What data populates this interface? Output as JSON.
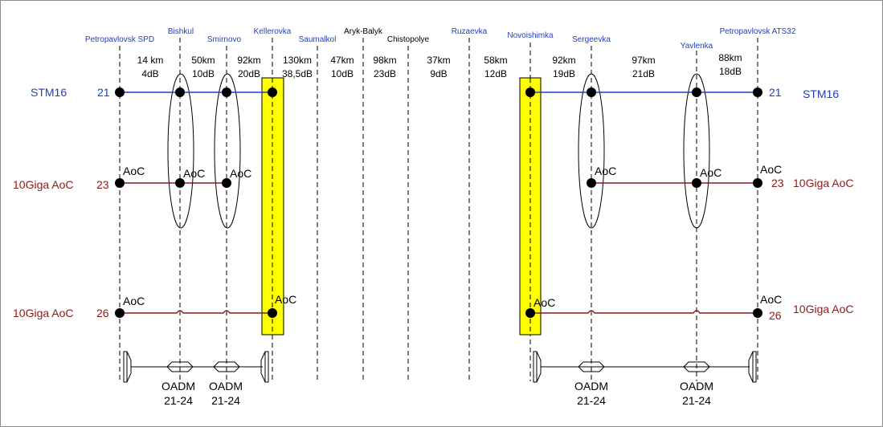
{
  "nodes": [
    {
      "id": "petropavlovsk-spd",
      "label": "Petropavlovsk SPD",
      "color": "#1f3fbf"
    },
    {
      "id": "bishkul",
      "label": "Bishkul",
      "color": "#1f3fbf"
    },
    {
      "id": "smirnovo",
      "label": "Smirnovo",
      "color": "#1f3fbf"
    },
    {
      "id": "kellerovka",
      "label": "Kellerovka",
      "color": "#1f3fbf"
    },
    {
      "id": "saumalkol",
      "label": "Saumalkol",
      "color": "#1f3fbf"
    },
    {
      "id": "aryk-balyk",
      "label": "Aryk-Balyk",
      "color": "#000000"
    },
    {
      "id": "chistopolye",
      "label": "Chistopolye",
      "color": "#000000"
    },
    {
      "id": "ruzaevka",
      "label": "Ruzaevka",
      "color": "#1f3fbf"
    },
    {
      "id": "novoishimka",
      "label": "Novoishimka",
      "color": "#1f3fbf"
    },
    {
      "id": "sergeevka",
      "label": "Sergeevka",
      "color": "#1f3fbf"
    },
    {
      "id": "yavlenka",
      "label": "Yavlenka",
      "color": "#1f3fbf"
    },
    {
      "id": "petropavlovsk-ats32",
      "label": "Petropavlovsk ATS32",
      "color": "#1f3fbf"
    }
  ],
  "segments": [
    {
      "distance": "14 km",
      "loss": "4dB"
    },
    {
      "distance": "50km",
      "loss": "10dB"
    },
    {
      "distance": "92km",
      "loss": "20dB"
    },
    {
      "distance": "130km",
      "loss": "38,5dB"
    },
    {
      "distance": "47km",
      "loss": "10dB"
    },
    {
      "distance": "98km",
      "loss": "23dB"
    },
    {
      "distance": "37km",
      "loss": "9dB"
    },
    {
      "distance": "58km",
      "loss": "12dB"
    },
    {
      "distance": "92km",
      "loss": "19dB"
    },
    {
      "distance": "97km",
      "loss": "21dB"
    },
    {
      "distance": "88km",
      "loss": "18dB"
    }
  ],
  "rows": [
    {
      "id": "stm16",
      "left_label": "STM16",
      "left_channel": "21",
      "right_label": "STM16",
      "right_channel": "21",
      "color": "#1f3fbf"
    },
    {
      "id": "giga23",
      "left_label": "10Giga AoC",
      "left_channel": "23",
      "right_label": "10Giga AoC",
      "right_channel": "23",
      "color": "#8b1a1a"
    },
    {
      "id": "giga26",
      "left_label": "10Giga AoC",
      "left_channel": "26",
      "right_label": "10Giga AoC",
      "right_channel": "26",
      "color": "#8b1a1a"
    }
  ],
  "aoc_label": "AoC",
  "oadm": {
    "name": "OADM",
    "channels": "21-24"
  },
  "colors": {
    "blue": "#1f3fbf",
    "brown": "#8b1a1a",
    "yellow": "#ffff00",
    "grey": "#808080"
  }
}
